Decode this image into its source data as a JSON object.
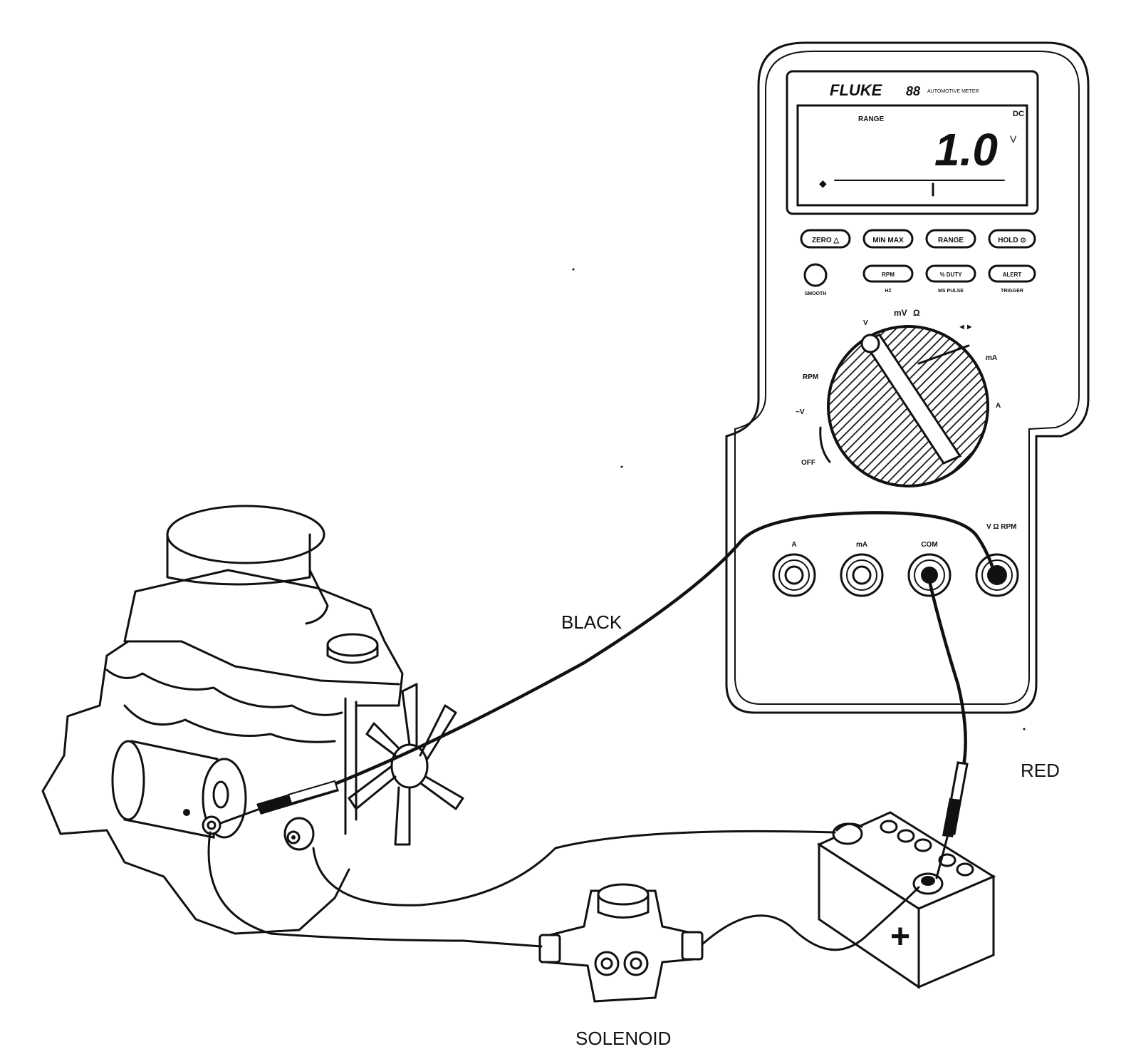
{
  "meter": {
    "brand": "FLUKE",
    "model": "88",
    "subtitle": "AUTOMOTIVE METER",
    "reading": "1.0",
    "range_indicator": "RANGE",
    "mode_indicator": "DC",
    "unit": "V",
    "buttons_row1": [
      "ZERO △",
      "MIN MAX",
      "RANGE",
      "HOLD ⊙"
    ],
    "buttons_row2": [
      "RPM",
      "% DUTY",
      "ALERT"
    ],
    "button_sub_labels": [
      "SMOOTH",
      "HZ",
      "MS PULSE",
      "TRIGGER"
    ],
    "dial_labels": [
      "V",
      "mV",
      "Ω",
      "RPM",
      "~V",
      "OFF",
      "mA",
      "A"
    ],
    "jacks": [
      "A",
      "mA",
      "COM",
      "V Ω RPM"
    ]
  },
  "labels": {
    "black": "BLACK",
    "red": "RED",
    "solenoid": "SOLENOID"
  },
  "colors": {
    "ink": "#111111",
    "paper": "#ffffff"
  }
}
